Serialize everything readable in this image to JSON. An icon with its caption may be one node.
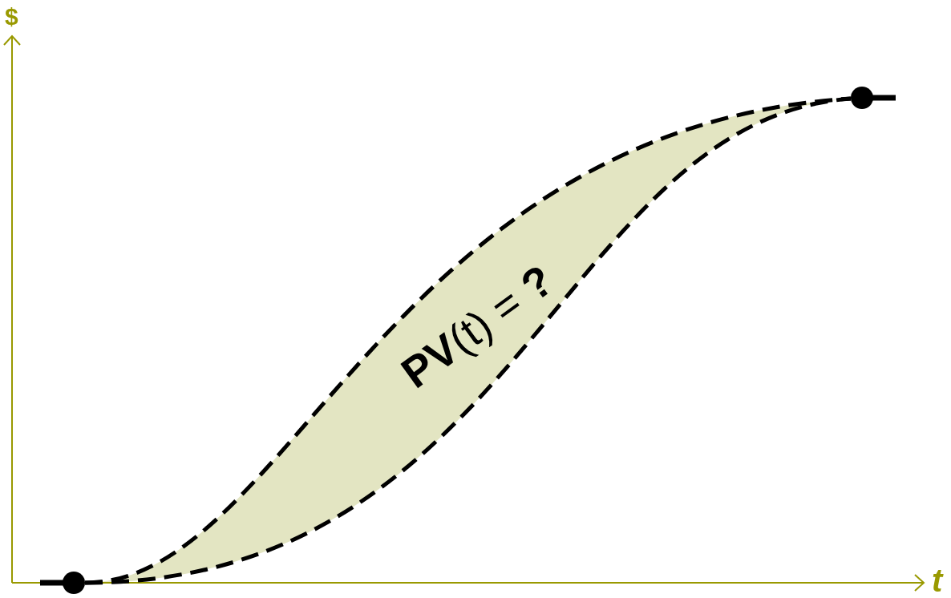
{
  "diagram": {
    "nodes": [
      {
        "text": [],
        "shape": "circle"
      },
      {
        "text": [],
        "shape": "circle"
      }
    ],
    "edges": [
      {
        "from": 0,
        "to": 1,
        "arrow": "none",
        "style": "dashed"
      },
      {
        "from": 0,
        "to": 1,
        "arrow": "none",
        "style": "dashed"
      }
    ],
    "labels": [
      "$",
      "t",
      "**PV**(t) = **?**"
    ]
  }
}
